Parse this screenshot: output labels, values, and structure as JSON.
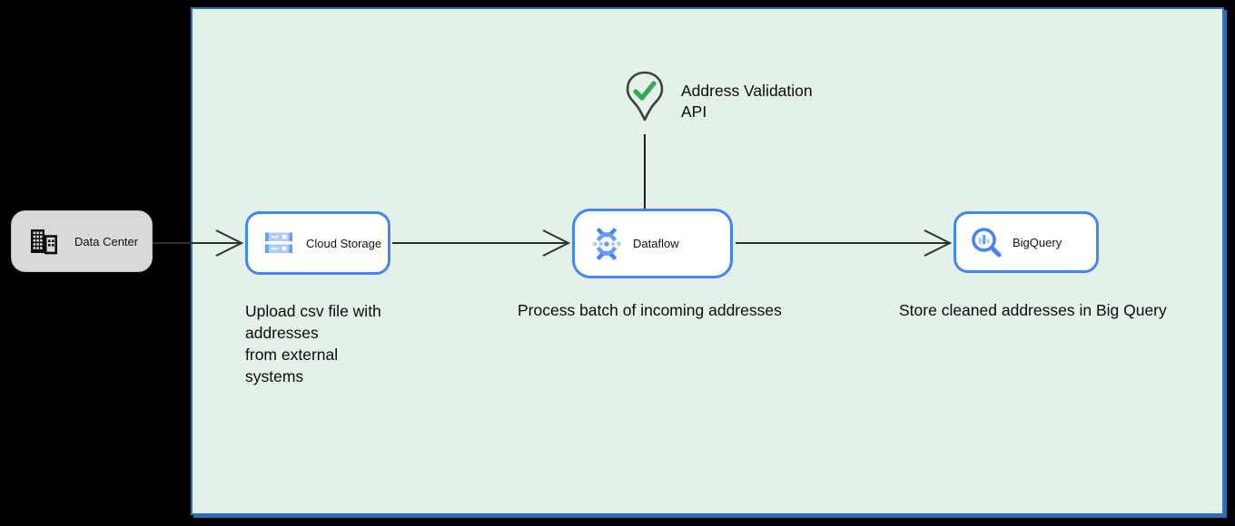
{
  "diagram": {
    "nodes": {
      "data_center": {
        "label": "Data Center",
        "icon": "building-icon",
        "fill": "#d9d9d9"
      },
      "cloud_storage": {
        "label": "Cloud Storage",
        "icon": "cloud-storage-icon",
        "fill": "#ffffff"
      },
      "dataflow": {
        "label": "Dataflow",
        "icon": "dataflow-icon",
        "fill": "#ffffff"
      },
      "bigquery": {
        "label": "BigQuery",
        "icon": "bigquery-icon",
        "fill": "#ffffff"
      }
    },
    "api_marker": {
      "icon": "map-pin-check-icon",
      "line1": "Address Validation",
      "line2": "API"
    },
    "captions": {
      "upload": {
        "line1": "Upload csv file with",
        "line2": "addresses",
        "line3": "from external",
        "line4": "systems"
      },
      "process": "Process batch of incoming addresses",
      "store": "Store cleaned addresses in Big Query"
    },
    "colors": {
      "canvas_bg": "#000000",
      "container_fill": "#e3f1e8",
      "container_border": "#2e75b6",
      "node_border_blue": "#4285f4",
      "icon_blue_dark": "#4285f4",
      "icon_blue_medium": "#669df6",
      "icon_blue_light": "#aecbfa",
      "arrow": "#2f3133",
      "pin_outline": "#3c4043",
      "check_green": "#34a853",
      "text": "#0b0b0b"
    }
  }
}
